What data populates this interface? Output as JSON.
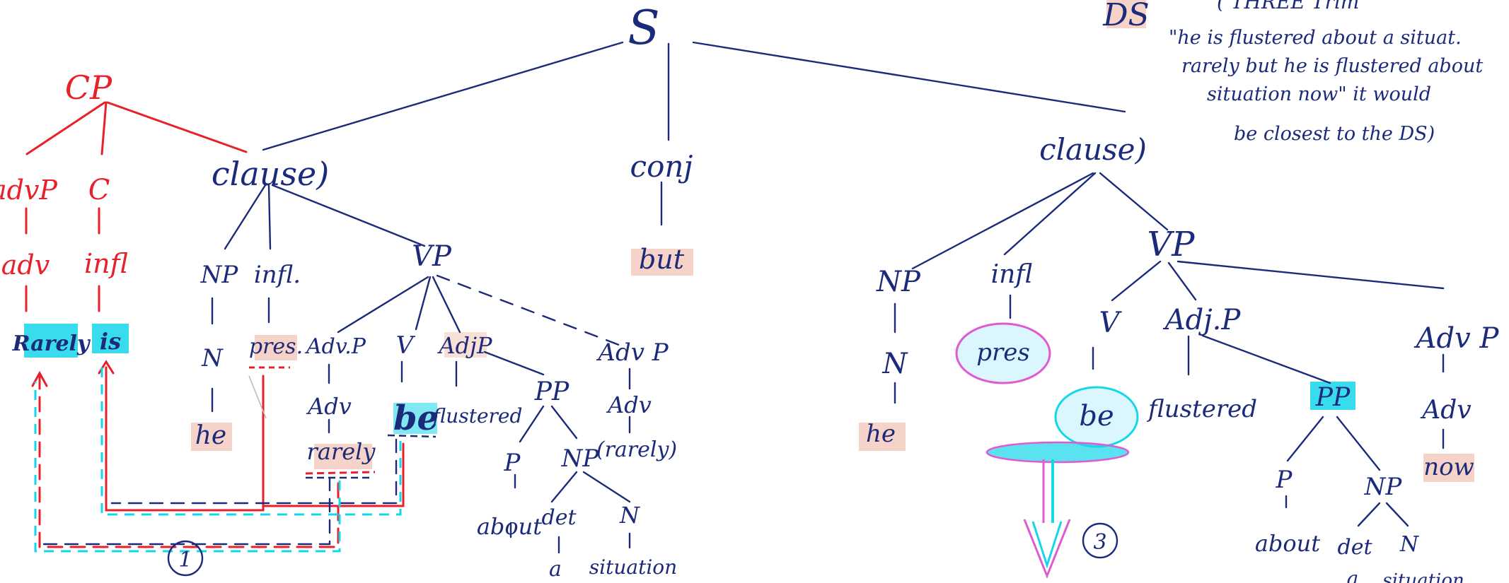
{
  "colors": {
    "ink": "#1c2a7a",
    "red": "#e8202a",
    "cyan": "#16d6ea",
    "magenta": "#e05ad0",
    "salmon_hl": "#f2c1b0"
  },
  "header": {
    "ds_label": "DS",
    "note_top": "( THREE Trim",
    "note_lines": [
      "\"he is flustered about a situat.",
      "rarely but he is flustered about",
      "situation now\" it would",
      "be closest to the DS)"
    ]
  },
  "tree": {
    "root": "S",
    "conj": {
      "label": "conj",
      "word": "but"
    },
    "left": {
      "cp": "CP",
      "advp": "advP",
      "adv": "adv",
      "adv_word": "Rarely",
      "c": "C",
      "c_infl": "infl",
      "c_word": "is",
      "clause": "clause)",
      "np": "NP",
      "n": "N",
      "n_word": "he",
      "infl": "infl.",
      "infl_word": "pres.",
      "vp": "VP",
      "advp_inner": "Adv.P",
      "adv_inner": "Adv",
      "adv_inner_word": "rarely",
      "v": "V",
      "v_word": "be",
      "adjp": "AdjP",
      "adj_word": "flustered",
      "pp": "PP",
      "p": "P",
      "p_word": "about",
      "np2": "NP",
      "det": "det",
      "det_word": "a",
      "n2": "N",
      "n2_word": "situation",
      "advp_right": "Adv P",
      "adv_right": "Adv",
      "adv_right_word": "(rarely)",
      "circle_num": "1"
    },
    "right": {
      "clause": "clause)",
      "np": "NP",
      "n": "N",
      "n_word": "he",
      "infl": "infl",
      "infl_word": "pres",
      "vp": "VP",
      "v": "V",
      "v_word": "be",
      "adjp": "Adj.P",
      "adj_word": "flustered",
      "pp": "PP",
      "p": "P",
      "p_word": "about",
      "np2": "NP",
      "det": "det",
      "det_word": "a",
      "n2": "N",
      "n2_word": "situation",
      "advp": "Adv P",
      "adv": "Adv",
      "adv_word": "now",
      "circle_num": "3"
    }
  }
}
